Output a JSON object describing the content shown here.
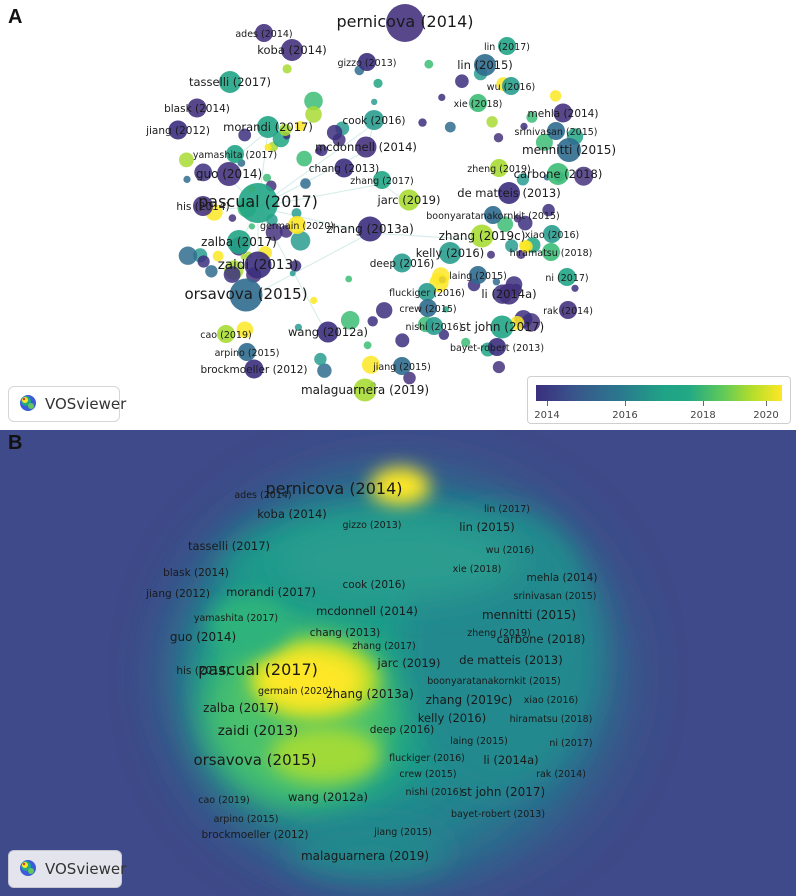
{
  "panel_a": {
    "letter": "A",
    "legend_ticks": [
      "2014",
      "2016",
      "2018",
      "2020"
    ],
    "legend_colors": [
      "#3b2f7e",
      "#2a788e",
      "#22a884",
      "#fde725"
    ]
  },
  "panel_b": {
    "letter": "B"
  },
  "brand": "VOSviewer",
  "nodes": [
    {
      "label": "pernicova (2014)",
      "year": 2014,
      "weight": 3
    },
    {
      "label": "ades (2014)",
      "year": 2014,
      "weight": 1
    },
    {
      "label": "koba (2014)",
      "year": 2014,
      "weight": 1.4
    },
    {
      "label": "gizzo (2013)",
      "year": 2013,
      "weight": 1
    },
    {
      "label": "lin (2017)",
      "year": 2017,
      "weight": 1
    },
    {
      "label": "lin (2015)",
      "year": 2015,
      "weight": 1.4
    },
    {
      "label": "tasselli (2017)",
      "year": 2017,
      "weight": 1.4
    },
    {
      "label": "wu (2016)",
      "year": 2016,
      "weight": 1
    },
    {
      "label": "xie (2018)",
      "year": 2018,
      "weight": 1
    },
    {
      "label": "blask (2014)",
      "year": 2014,
      "weight": 1.1
    },
    {
      "label": "mehla (2014)",
      "year": 2014,
      "weight": 1.1
    },
    {
      "label": "jiang (2012)",
      "year": 2012,
      "weight": 1.1
    },
    {
      "label": "morandi (2017)",
      "year": 2017,
      "weight": 1.4
    },
    {
      "label": "cook (2016)",
      "year": 2016,
      "weight": 1.2
    },
    {
      "label": "srinivasan (2015)",
      "year": 2015,
      "weight": 1
    },
    {
      "label": "mcdonnell (2014)",
      "year": 2014,
      "weight": 1.3
    },
    {
      "label": "mennitti (2015)",
      "year": 2015,
      "weight": 1.6
    },
    {
      "label": "yamashita (2017)",
      "year": 2017,
      "weight": 1
    },
    {
      "label": "zheng (2019)",
      "year": 2019,
      "weight": 1
    },
    {
      "label": "chang (2013)",
      "year": 2013,
      "weight": 1.1
    },
    {
      "label": "zhang (2017)",
      "year": 2017,
      "weight": 1
    },
    {
      "label": "carbone (2018)",
      "year": 2018,
      "weight": 1.4
    },
    {
      "label": "guo (2014)",
      "year": 2014,
      "weight": 1.6
    },
    {
      "label": "de matteis (2013)",
      "year": 2013,
      "weight": 1.4
    },
    {
      "label": "pascual (2017)",
      "year": 2017,
      "weight": 3.2
    },
    {
      "label": "jarc (2019)",
      "year": 2019,
      "weight": 1.3
    },
    {
      "label": "his (2014)",
      "year": 2014,
      "weight": 1.2
    },
    {
      "label": "boonyaratanakornkit (2015)",
      "year": 2015,
      "weight": 1
    },
    {
      "label": "germain (2020)",
      "year": 2020,
      "weight": 1
    },
    {
      "label": "zhang (2013a)",
      "year": 2013,
      "weight": 1.7
    },
    {
      "label": "zhang (2019c)",
      "year": 2019,
      "weight": 1.5
    },
    {
      "label": "xiao (2016)",
      "year": 2016,
      "weight": 1
    },
    {
      "label": "zalba (2017)",
      "year": 2017,
      "weight": 1.6
    },
    {
      "label": "hiramatsu (2018)",
      "year": 2018,
      "weight": 1
    },
    {
      "label": "kelly (2016)",
      "year": 2016,
      "weight": 1.4
    },
    {
      "label": "zaidi (2013)",
      "year": 2013,
      "weight": 1.9
    },
    {
      "label": "deep (2016)",
      "year": 2016,
      "weight": 1.1
    },
    {
      "label": "ni (2017)",
      "year": 2017,
      "weight": 1
    },
    {
      "label": "laing (2015)",
      "year": 2015,
      "weight": 1
    },
    {
      "label": "orsavova (2015)",
      "year": 2015,
      "weight": 2.5
    },
    {
      "label": "fluckiger (2016)",
      "year": 2016,
      "weight": 1
    },
    {
      "label": "li (2014a)",
      "year": 2014,
      "weight": 1.3
    },
    {
      "label": "crew (2015)",
      "year": 2015,
      "weight": 1
    },
    {
      "label": "rak (2014)",
      "year": 2014,
      "weight": 1
    },
    {
      "label": "wang (2012a)",
      "year": 2012,
      "weight": 1.3
    },
    {
      "label": "nishi (2016)",
      "year": 2016,
      "weight": 1
    },
    {
      "label": "st john (2017)",
      "year": 2017,
      "weight": 1.5
    },
    {
      "label": "cao (2019)",
      "year": 2019,
      "weight": 1
    },
    {
      "label": "arpino (2015)",
      "year": 2015,
      "weight": 1
    },
    {
      "label": "bayet-robert (2013)",
      "year": 2013,
      "weight": 1
    },
    {
      "label": "brockmoeller (2012)",
      "year": 2012,
      "weight": 1.1
    },
    {
      "label": "jiang (2015)",
      "year": 2015,
      "weight": 1
    },
    {
      "label": "malaguarnera (2019)",
      "year": 2019,
      "weight": 1.5
    }
  ]
}
